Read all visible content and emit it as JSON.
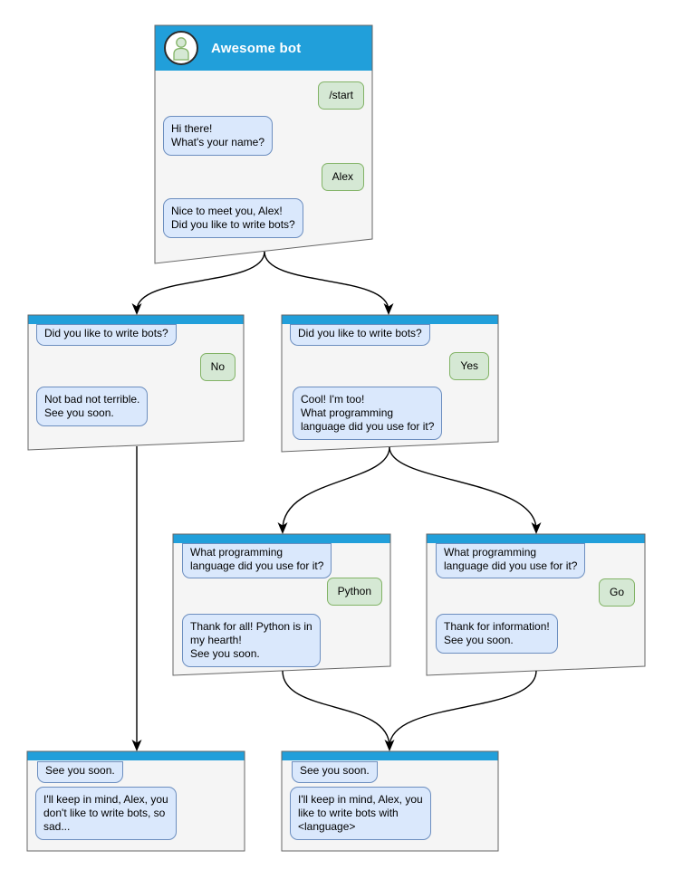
{
  "diagram": {
    "colors": {
      "header_blue": "#219FDA",
      "window_body": "#F5F5F5",
      "window_border": "#666666",
      "bot_bubble_fill": "#DAE8FC",
      "bot_bubble_border": "#6C8EBF",
      "user_bubble_fill": "#D5E8D4",
      "user_bubble_border": "#82B366",
      "connector": "#000000"
    },
    "windows": {
      "main": {
        "title": "Awesome bot",
        "avatar_icon": "person-icon",
        "user_start": "/start",
        "bot_greeting": "Hi there!\nWhat's your name?",
        "user_name": "Alex",
        "bot_question": "Nice to meet you, Alex!\nDid you like to write bots?"
      },
      "branch_no": {
        "question": "Did you like to write bots?",
        "answer": "No",
        "reply": "Not bad not terrible.\nSee you soon."
      },
      "branch_yes": {
        "question": "Did you like to write bots?",
        "answer": "Yes",
        "reply": "Cool! I'm too!\nWhat programming\nlanguage did you use for it?"
      },
      "branch_python": {
        "question": "What programming\nlanguage did you use for it?",
        "answer": "Python",
        "reply": "Thank for all! Python is in\nmy hearth!\nSee you soon."
      },
      "branch_go": {
        "question": "What programming\nlanguage did you use for it?",
        "answer": "Go",
        "reply": "Thank for information!\nSee you soon."
      },
      "end_no": {
        "question": "See you soon.",
        "reply": "I'll keep in mind, Alex, you\ndon't like to write bots, so\nsad..."
      },
      "end_yes": {
        "question": "See you soon.",
        "reply": "I'll keep in mind, Alex, you\nlike to write bots with\n<language>"
      }
    },
    "edges": [
      {
        "from": "main",
        "to": "branch_no"
      },
      {
        "from": "main",
        "to": "branch_yes"
      },
      {
        "from": "branch_yes",
        "to": "branch_python"
      },
      {
        "from": "branch_yes",
        "to": "branch_go"
      },
      {
        "from": "branch_no",
        "to": "end_no"
      },
      {
        "from": "branch_python",
        "to": "end_yes"
      },
      {
        "from": "branch_go",
        "to": "end_yes"
      }
    ]
  }
}
